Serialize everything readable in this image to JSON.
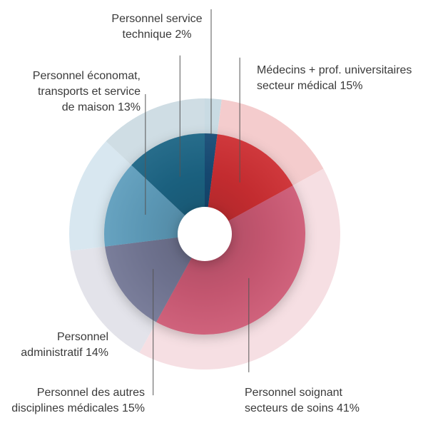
{
  "chart_data": {
    "type": "pie",
    "title": "",
    "slices": [
      {
        "lines": [
          "Personnel service",
          "technique 2%"
        ],
        "value": 2,
        "color_outer": "#c9dbe3",
        "color_inner": "#124b74"
      },
      {
        "lines": [
          "Médecins + prof. universitaires",
          "secteur médical 15%"
        ],
        "value": 15,
        "color_outer": "#f4cccd",
        "color_inner": "#cd2e33"
      },
      {
        "lines": [
          "Personnel soignant",
          "secteurs de soins 41%"
        ],
        "value": 41,
        "color_outer": "#f6dfe3",
        "color_inner": "#cd5a74"
      },
      {
        "lines": [
          "Personnel des autres",
          "disciplines médicales 15%"
        ],
        "value": 15,
        "color_outer": "#e3e3ea",
        "color_inner": "#737795"
      },
      {
        "lines": [
          "Personnel",
          "administratif 14%"
        ],
        "value": 14,
        "color_outer": "#d8e7f0",
        "color_inner": "#5f9ebd"
      },
      {
        "lines": [
          "Personnel économat,",
          "transports et service",
          "de maison 13%"
        ],
        "value": 13,
        "color_outer": "#cfdde4",
        "color_inner": "#1e6585"
      }
    ]
  }
}
